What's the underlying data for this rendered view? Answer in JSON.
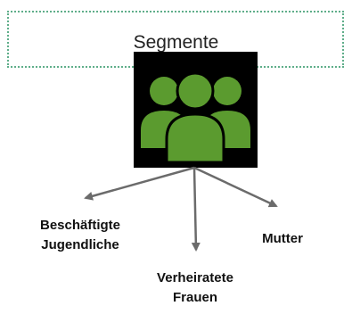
{
  "diagram": {
    "title": "Segmente",
    "icon": "group-of-people-icon",
    "colors": {
      "border": "#5fae8a",
      "icon_fill": "#5b9b2f",
      "icon_background": "#000000",
      "arrow": "#6b6b6b"
    },
    "segments": [
      {
        "line1": "Beschäftigte",
        "line2": "Jugendliche"
      },
      {
        "line1": "Verheiratete",
        "line2": "Frauen"
      },
      {
        "line1": "Mutter",
        "line2": ""
      }
    ]
  }
}
